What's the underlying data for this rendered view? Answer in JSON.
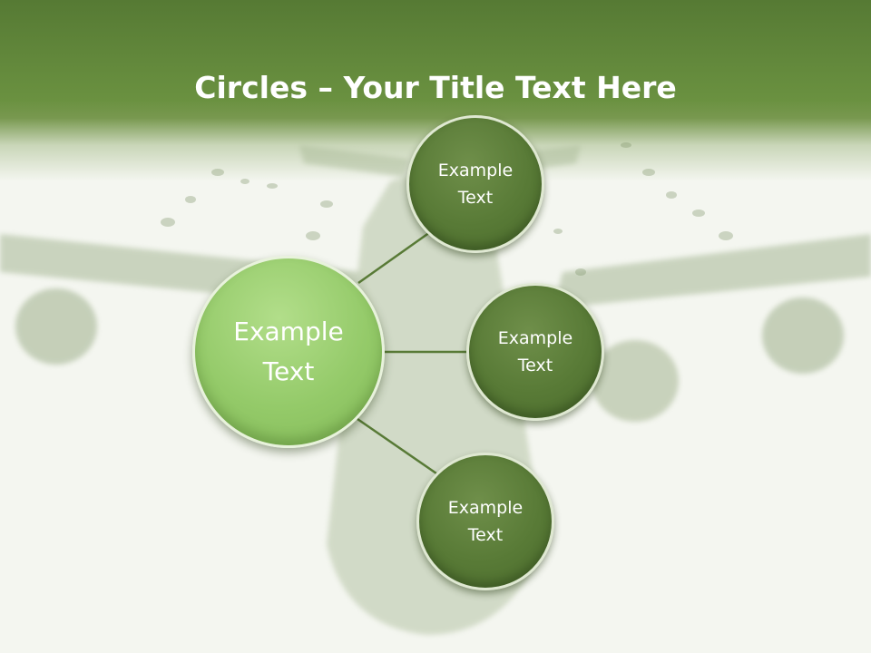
{
  "title": {
    "bold": "Circles",
    "rest": " – Your Title Text Here"
  },
  "hub": {
    "label": "Example\nText"
  },
  "nodes": [
    {
      "label": "Example\nText"
    },
    {
      "label": "Example\nText"
    },
    {
      "label": "Example\nText"
    }
  ],
  "colors": {
    "header": "#5f8438",
    "hub_fill": "#94ca69",
    "node_fill": "#587a36",
    "connector": "#587a36"
  }
}
